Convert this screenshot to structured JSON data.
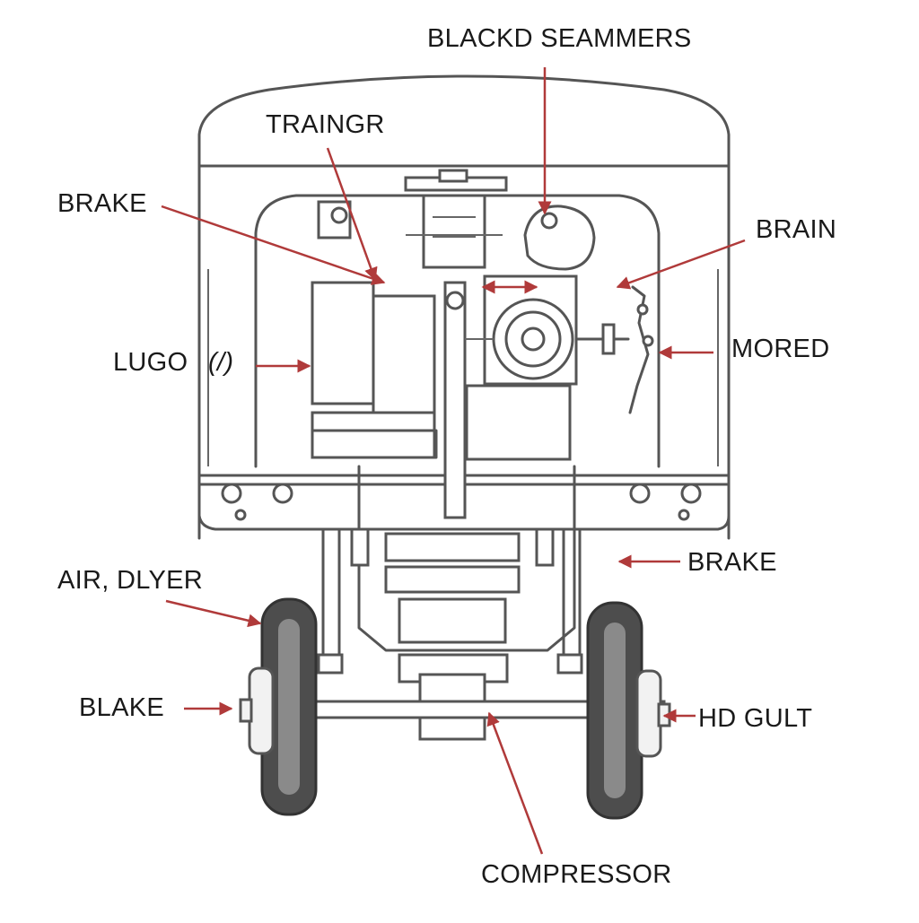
{
  "diagram": {
    "labels": {
      "blackd_seammers": "BLACKD SEAMMERS",
      "traingr": "TRAINGR",
      "brake_top": "BRAKE",
      "brain": "BRAIN",
      "lugo": "LUGO",
      "lugo_mark": "(/)",
      "mored": "MORED",
      "brake_right": "BRAKE",
      "air_dlyer": "AIR, DLYER",
      "blake": "BLAKE",
      "hd_gult": "HD GULT",
      "compressor": "COMPRESSOR"
    },
    "colors": {
      "outline": "#555555",
      "arrow": "#b03a3a",
      "text": "#1a1a1a",
      "tire": "#4d4d4d",
      "background": "#ffffff"
    }
  }
}
